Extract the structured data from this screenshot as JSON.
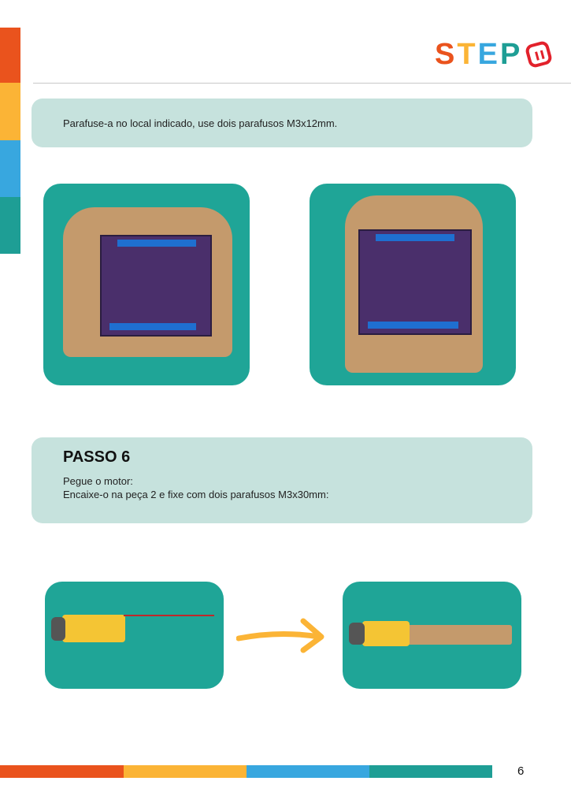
{
  "brand": {
    "logo_text": "STEP",
    "colors": {
      "orange": "#ea531d",
      "yellow": "#fbb436",
      "blue": "#38a7df",
      "teal": "#1e9e95",
      "red": "#e2212b"
    }
  },
  "step_intro": {
    "text": "Parafuse-a no local indicado, use dois parafusos M3x12mm."
  },
  "step6": {
    "title": "PASSO 6",
    "line1": "Pegue o motor:",
    "line2": "Encaixe-o na peça 2 e fixe com dois parafusos M3x30mm:"
  },
  "page_number": "6"
}
